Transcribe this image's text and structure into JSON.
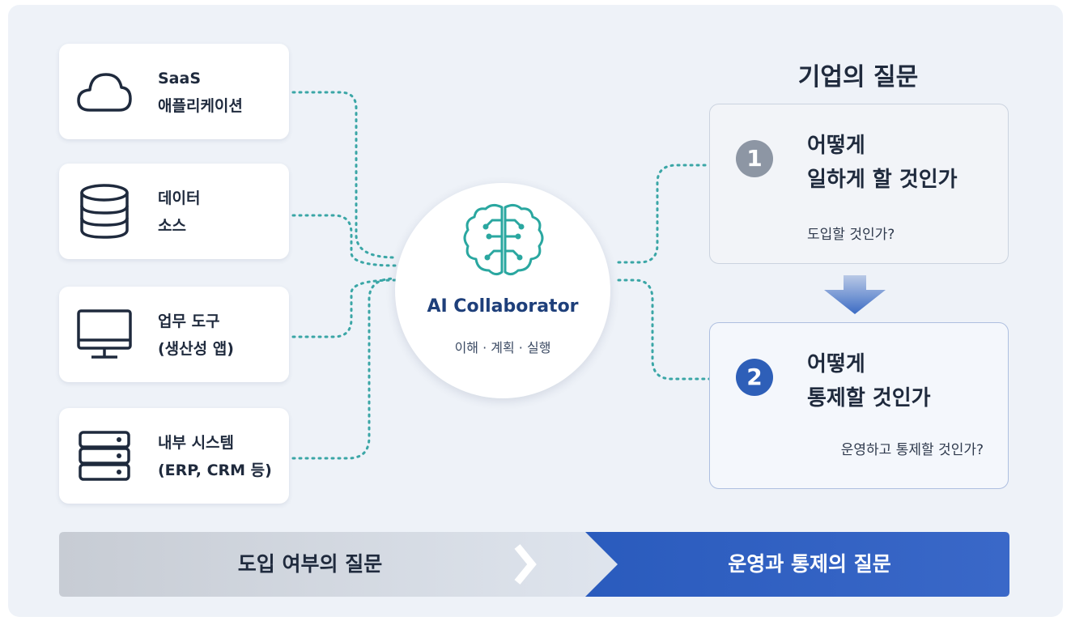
{
  "sources": [
    {
      "icon": "cloud-icon",
      "line1": "SaaS",
      "line2": "애플리케이션"
    },
    {
      "icon": "database-icon",
      "line1": "데이터",
      "line2": "소스"
    },
    {
      "icon": "monitor-icon",
      "line1": "업무 도구",
      "line2": "(생산성 앱)"
    },
    {
      "icon": "server-icon",
      "line1": "내부 시스템",
      "line2": "(ERP, CRM 등)"
    }
  ],
  "hub": {
    "icon": "brain-icon",
    "title": "AI Collaborator",
    "subtitle": "이해 · 계획 · 실행"
  },
  "questions": {
    "header": "기업의 질문",
    "items": [
      {
        "number": "1",
        "line1": "어떻게",
        "line2": "일하게 할 것인가",
        "sub": "도입할 것인가?"
      },
      {
        "number": "2",
        "line1": "어떻게",
        "line2": "통제할 것인가",
        "sub": "운영하고 통제할 것인가?"
      }
    ]
  },
  "bottom_bar": {
    "left_label": "도입 여부의 질문",
    "right_label": "운영과 통제의 질문"
  },
  "colors": {
    "accent_blue": "#2e5fb8",
    "connector_teal": "#3aa6a6",
    "hub_title": "#1e3f7a",
    "grey_badge": "#8d96a4"
  }
}
